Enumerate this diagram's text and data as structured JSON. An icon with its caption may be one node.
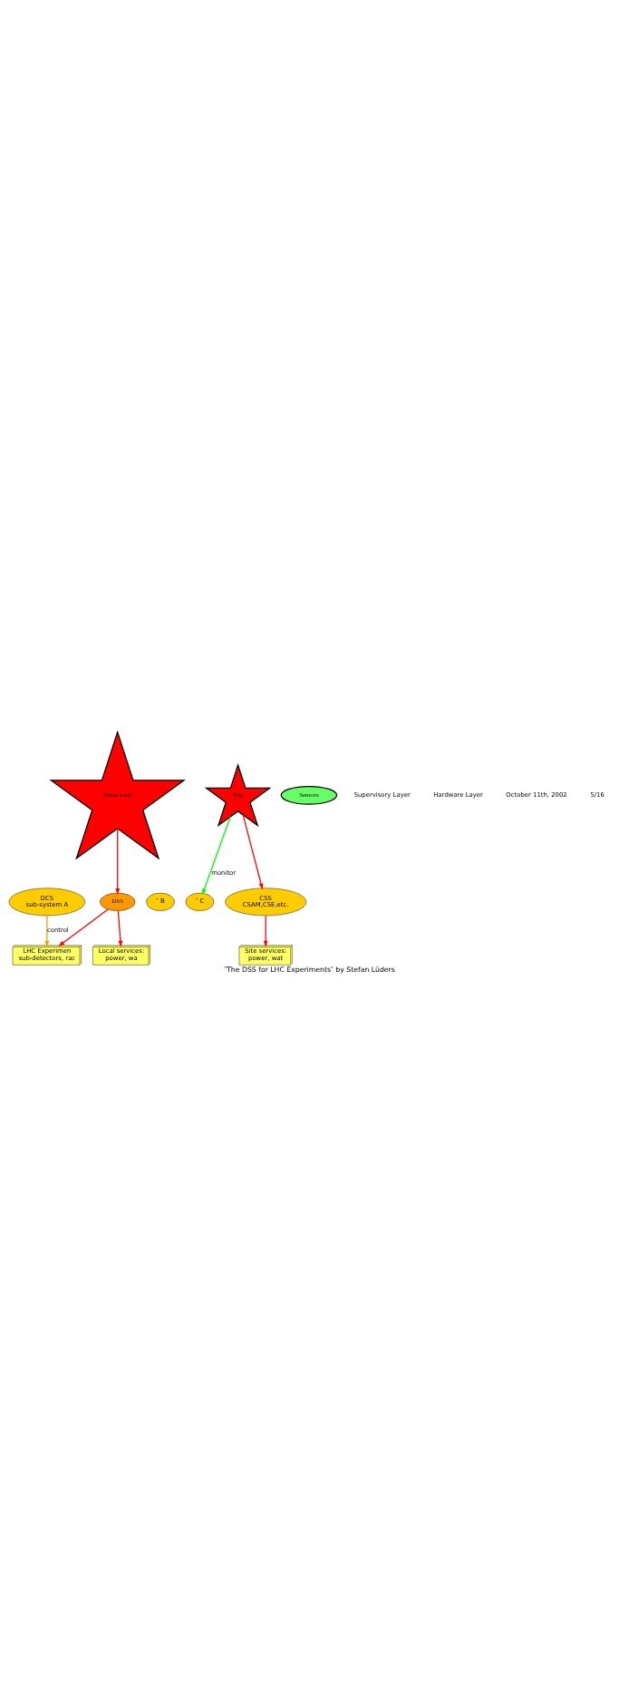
{
  "diagram": {
    "caption": "″The DSS for LHC Experiments″ by Stefan Lüders",
    "nodes": [
      {
        "text": [
          "DCS",
          "sub-system A"
        ]
      },
      {
        "text": [
          "″ B"
        ]
      },
      {
        "text": [
          "″ C"
        ]
      },
      {
        "text": [
          "DSS"
        ]
      },
      {
        "text": [
          "CSS",
          "CSAM,CSE,etc."
        ]
      },
      {
        "text": [
          "LHC Experimen",
          "sub-detectors, rac"
        ]
      },
      {
        "text": [
          "Local services:",
          "power, wa"
        ]
      },
      {
        "text": [
          "Site services:",
          "power, wat"
        ]
      },
      {
        "text": [
          "Trip"
        ]
      },
      {
        "text": [
          "Water Leak"
        ]
      },
      {
        "text": [
          "Sensors"
        ]
      }
    ],
    "edges": [
      {
        "from": 8,
        "to": 2,
        "arrow": "to",
        "label": "monitor",
        "color": "#00ff00"
      },
      {
        "from": 8,
        "to": 4,
        "arrow": "to"
      },
      {
        "from": 0,
        "to": 5,
        "arrow": "to",
        "label": "control",
        "color": "#ff9900"
      },
      {
        "from": 3,
        "to": 5,
        "arrow": "to"
      },
      {
        "from": 9,
        "to": 3,
        "arrow": "to"
      },
      {
        "from": 3,
        "to": 6,
        "arrow": "to"
      },
      {
        "from": 4,
        "to": 7,
        "arrow": "to"
      }
    ],
    "labels": [
      "Supervisory Layer",
      "Hardware Layer",
      "October 11th, 2002",
      "5/16"
    ]
  }
}
